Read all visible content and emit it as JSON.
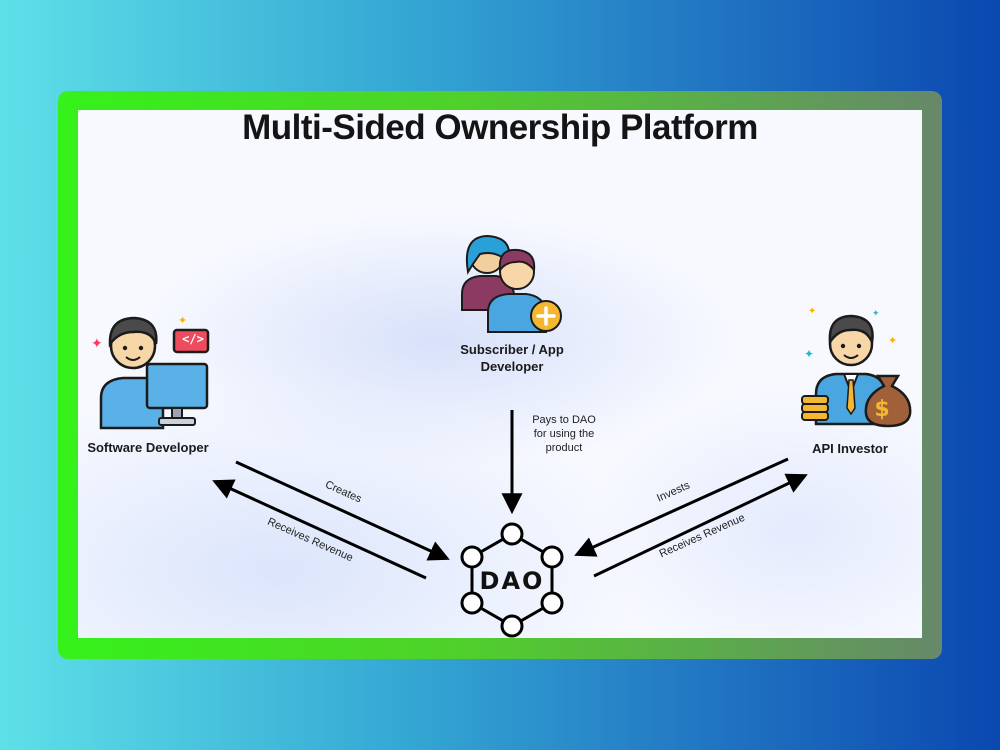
{
  "title": "Multi-Sided Ownership Platform",
  "nodes": {
    "software_developer": "Software Developer",
    "subscriber": [
      "Subscriber / App",
      "Developer"
    ],
    "api_investor": "API Investor",
    "dao": "DAO"
  },
  "edges": {
    "pays": [
      "Pays to DAO",
      "for using the",
      "product"
    ],
    "creates": "Creates",
    "dev_receives": "Receives Revenue",
    "invests": "Invests",
    "investor_receives": "Receives Revenue"
  },
  "icons": {
    "code_badge": "</>",
    "dollar": "$"
  }
}
